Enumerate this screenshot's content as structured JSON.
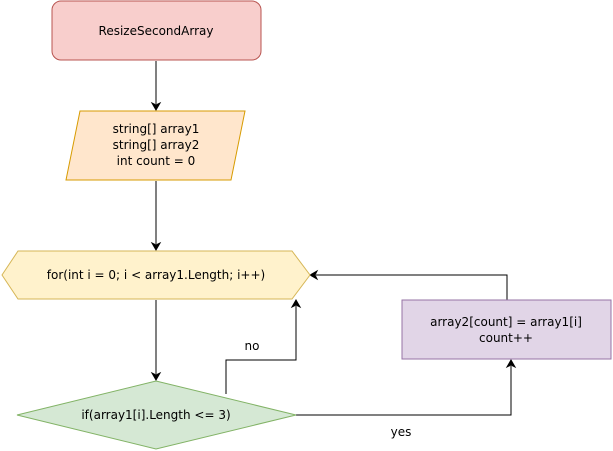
{
  "nodes": {
    "start": {
      "label": "ResizeSecondArray",
      "fill": "#f8cecc",
      "stroke": "#b85450"
    },
    "input": {
      "lines": [
        "string[] array1",
        "string[] array2",
        "int count = 0"
      ],
      "fill": "#ffe6cc",
      "stroke": "#d79b00"
    },
    "loop": {
      "label": "for(int i = 0; i < array1.Length; i++)",
      "fill": "#fff2cc",
      "stroke": "#d6b656"
    },
    "condition": {
      "label": "if(array1[i].Length <= 3)",
      "fill": "#d5e8d4",
      "stroke": "#82b366"
    },
    "action": {
      "lines": [
        "array2[count] = array1[i]",
        "count++"
      ],
      "fill": "#e1d5e7",
      "stroke": "#9673a6"
    }
  },
  "edges": {
    "no_label": "no",
    "yes_label": "yes"
  }
}
